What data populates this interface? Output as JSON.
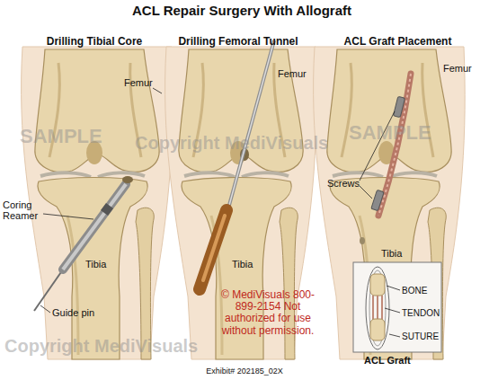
{
  "diagram": {
    "title": "ACL Repair Surgery With Allograft",
    "caption": "Exhibit# 202185_02X",
    "labels": [
      "Drilling Tibial Core",
      "Drilling Femoral Tunnel",
      "ACL Graft Placement",
      "Femur",
      "Femur",
      "Femur",
      "Coring Reamer",
      "Guide pin",
      "Tibia",
      "Tibia",
      "Tibia",
      "Screws",
      "© MediVisuals 800-899-2154 Not authorized for use without permission.",
      "BONE",
      "TENDON",
      "SUTURE",
      "ACL Graft",
      "SAMPLE",
      "Copyright MediVisuals",
      "SAMPLE",
      "Copyright MediVisuals"
    ]
  }
}
